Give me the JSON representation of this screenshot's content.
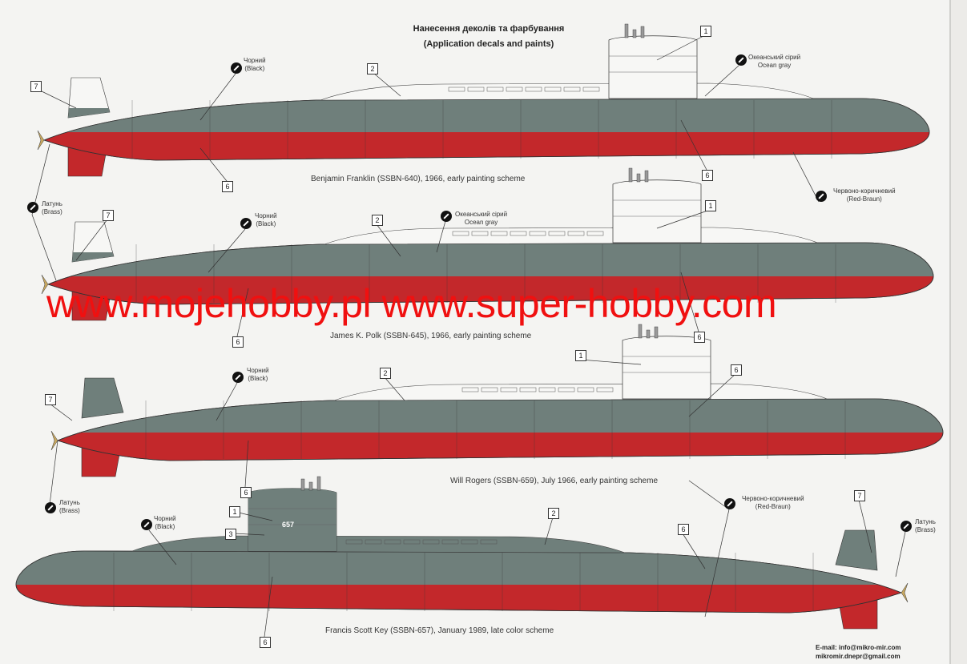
{
  "title": {
    "ua": "Нанесення деколів та фарбування",
    "en": "(Application decals and paints)"
  },
  "submarines": [
    {
      "caption": "Benjamin Franklin (SSBN-640), 1966, early painting scheme"
    },
    {
      "caption": "James K. Polk (SSBN-645), 1966, early painting scheme"
    },
    {
      "caption": "Will Rogers  (SSBN-659), July 1966, early painting scheme"
    },
    {
      "caption": "Francis Scott Key (SSBN-657), January 1989, late color scheme",
      "hull_number": "657"
    }
  ],
  "paints": {
    "black": {
      "ua": "Чорний",
      "en": "(Black)"
    },
    "ocean_gray": {
      "ua": "Океанський сірий",
      "en": "Ocean gray"
    },
    "red_brown": {
      "ua": "Червоно-коричневий",
      "en": "(Red-Braun)"
    },
    "brass": {
      "ua": "Латунь",
      "en": "(Brass)"
    }
  },
  "callouts": {
    "n1": "1",
    "n2": "2",
    "n3": "3",
    "n6": "6",
    "n7": "7"
  },
  "watermark": "www.mojehobby.pl www.super-hobby.com",
  "contact": {
    "email": "E-mail: info@mikro-mir.com",
    "email2": "mikromir.dnepr@gmail.com"
  },
  "colors": {
    "gray": "#6f7f7b",
    "red": "#c3282b",
    "white": "#f7f7f5",
    "watermark": "#f01010"
  }
}
